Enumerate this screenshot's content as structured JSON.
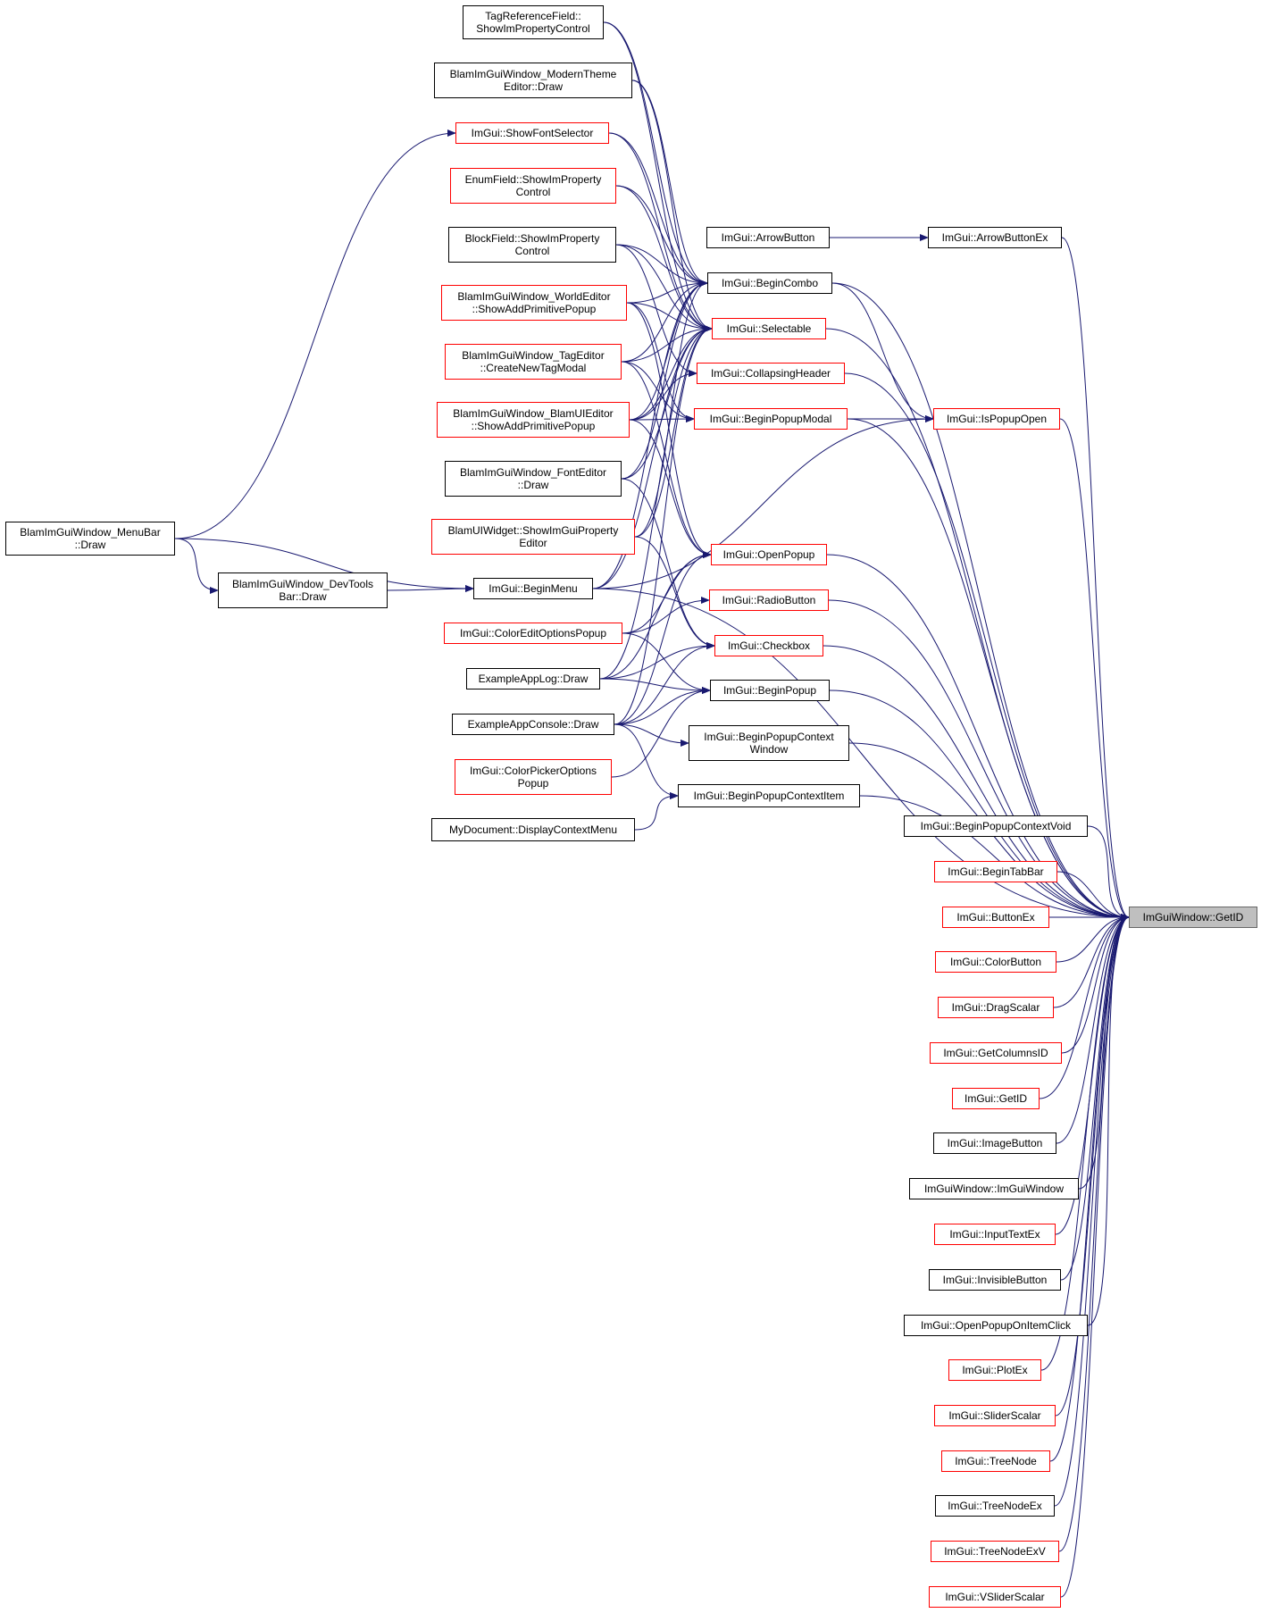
{
  "diagram": {
    "type": "call-graph",
    "edge_color": "#191970",
    "border_colors": {
      "normal": "#000000",
      "truncated": "#ff0000",
      "root": "#666666"
    },
    "root_fill": "#bfbfbf",
    "nodes": [
      {
        "id": "tagref",
        "label": "TagReferenceField::\nShowImPropertyControl",
        "border": "normal"
      },
      {
        "id": "moderntheme",
        "label": "BlamImGuiWindow_ModernTheme\nEditor::Draw",
        "border": "normal"
      },
      {
        "id": "showfontsel",
        "label": "ImGui::ShowFontSelector",
        "border": "truncated"
      },
      {
        "id": "enumfield",
        "label": "EnumField::ShowImProperty\nControl",
        "border": "truncated"
      },
      {
        "id": "blockfield",
        "label": "BlockField::ShowImProperty\nControl",
        "border": "normal"
      },
      {
        "id": "worldeditor",
        "label": "BlamImGuiWindow_WorldEditor\n::ShowAddPrimitivePopup",
        "border": "truncated"
      },
      {
        "id": "tageditor",
        "label": "BlamImGuiWindow_TagEditor\n::CreateNewTagModal",
        "border": "truncated"
      },
      {
        "id": "blamuieditor",
        "label": "BlamImGuiWindow_BlamUIEditor\n::ShowAddPrimitivePopup",
        "border": "truncated"
      },
      {
        "id": "fonteditor",
        "label": "BlamImGuiWindow_FontEditor\n::Draw",
        "border": "normal"
      },
      {
        "id": "blamuiwidget",
        "label": "BlamUIWidget::ShowImGuiProperty\nEditor",
        "border": "truncated"
      },
      {
        "id": "coloreditopts",
        "label": "ImGui::ColorEditOptionsPopup",
        "border": "truncated"
      },
      {
        "id": "exapplog",
        "label": "ExampleAppLog::Draw",
        "border": "normal"
      },
      {
        "id": "exappconsole",
        "label": "ExampleAppConsole::Draw",
        "border": "normal"
      },
      {
        "id": "colorpickeropts",
        "label": "ImGui::ColorPickerOptions\nPopup",
        "border": "truncated"
      },
      {
        "id": "mydoc",
        "label": "MyDocument::DisplayContextMenu",
        "border": "normal"
      },
      {
        "id": "menubar",
        "label": "BlamImGuiWindow_MenuBar\n::Draw",
        "border": "normal"
      },
      {
        "id": "devtools",
        "label": "BlamImGuiWindow_DevTools\nBar::Draw",
        "border": "normal"
      },
      {
        "id": "beginmenu",
        "label": "ImGui::BeginMenu",
        "border": "normal"
      },
      {
        "id": "arrowbutton",
        "label": "ImGui::ArrowButton",
        "border": "normal"
      },
      {
        "id": "arrowbuttonex",
        "label": "ImGui::ArrowButtonEx",
        "border": "normal"
      },
      {
        "id": "begincombo",
        "label": "ImGui::BeginCombo",
        "border": "normal"
      },
      {
        "id": "selectable",
        "label": "ImGui::Selectable",
        "border": "truncated"
      },
      {
        "id": "collapsingheader",
        "label": "ImGui::CollapsingHeader",
        "border": "truncated"
      },
      {
        "id": "beginpopupmodal",
        "label": "ImGui::BeginPopupModal",
        "border": "truncated"
      },
      {
        "id": "ispopupopen",
        "label": "ImGui::IsPopupOpen",
        "border": "truncated"
      },
      {
        "id": "openpopup",
        "label": "ImGui::OpenPopup",
        "border": "truncated"
      },
      {
        "id": "radiobutton",
        "label": "ImGui::RadioButton",
        "border": "truncated"
      },
      {
        "id": "checkbox",
        "label": "ImGui::Checkbox",
        "border": "truncated"
      },
      {
        "id": "beginpopup",
        "label": "ImGui::BeginPopup",
        "border": "normal"
      },
      {
        "id": "beginpopupctxwin",
        "label": "ImGui::BeginPopupContext\nWindow",
        "border": "normal"
      },
      {
        "id": "beginpopupctxitem",
        "label": "ImGui::BeginPopupContextItem",
        "border": "normal"
      },
      {
        "id": "beginpopupctxvoid",
        "label": "ImGui::BeginPopupContextVoid",
        "border": "normal"
      },
      {
        "id": "begintabbar",
        "label": "ImGui::BeginTabBar",
        "border": "truncated"
      },
      {
        "id": "buttonex",
        "label": "ImGui::ButtonEx",
        "border": "truncated"
      },
      {
        "id": "colorbutton",
        "label": "ImGui::ColorButton",
        "border": "truncated"
      },
      {
        "id": "dragscalar",
        "label": "ImGui::DragScalar",
        "border": "truncated"
      },
      {
        "id": "getcolumnsid",
        "label": "ImGui::GetColumnsID",
        "border": "truncated"
      },
      {
        "id": "getid",
        "label": "ImGui::GetID",
        "border": "truncated"
      },
      {
        "id": "imagebutton",
        "label": "ImGui::ImageButton",
        "border": "normal"
      },
      {
        "id": "imguiwindowctor",
        "label": "ImGuiWindow::ImGuiWindow",
        "border": "normal"
      },
      {
        "id": "inputtextex",
        "label": "ImGui::InputTextEx",
        "border": "truncated"
      },
      {
        "id": "invisiblebutton",
        "label": "ImGui::InvisibleButton",
        "border": "normal"
      },
      {
        "id": "openpopuponitemclick",
        "label": "ImGui::OpenPopupOnItemClick",
        "border": "normal"
      },
      {
        "id": "plotex",
        "label": "ImGui::PlotEx",
        "border": "truncated"
      },
      {
        "id": "sliderscalar",
        "label": "ImGui::SliderScalar",
        "border": "truncated"
      },
      {
        "id": "treenode",
        "label": "ImGui::TreeNode",
        "border": "truncated"
      },
      {
        "id": "treenodeex",
        "label": "ImGui::TreeNodeEx",
        "border": "normal"
      },
      {
        "id": "treenodeexv",
        "label": "ImGui::TreeNodeExV",
        "border": "truncated"
      },
      {
        "id": "vsliderscalar",
        "label": "ImGui::VSliderScalar",
        "border": "truncated"
      },
      {
        "id": "getidroot",
        "label": "ImGuiWindow::GetID",
        "border": "root"
      }
    ],
    "edges": [
      [
        "tagref",
        "begincombo"
      ],
      [
        "tagref",
        "selectable"
      ],
      [
        "moderntheme",
        "begincombo"
      ],
      [
        "moderntheme",
        "selectable"
      ],
      [
        "showfontsel",
        "begincombo"
      ],
      [
        "showfontsel",
        "selectable"
      ],
      [
        "enumfield",
        "begincombo"
      ],
      [
        "enumfield",
        "selectable"
      ],
      [
        "blockfield",
        "begincombo"
      ],
      [
        "blockfield",
        "selectable"
      ],
      [
        "blockfield",
        "collapsingheader"
      ],
      [
        "worldeditor",
        "begincombo"
      ],
      [
        "worldeditor",
        "selectable"
      ],
      [
        "worldeditor",
        "openpopup"
      ],
      [
        "worldeditor",
        "beginpopupmodal"
      ],
      [
        "tageditor",
        "begincombo"
      ],
      [
        "tageditor",
        "selectable"
      ],
      [
        "tageditor",
        "beginpopupmodal"
      ],
      [
        "tageditor",
        "openpopup"
      ],
      [
        "blamuieditor",
        "begincombo"
      ],
      [
        "blamuieditor",
        "selectable"
      ],
      [
        "blamuieditor",
        "collapsingheader"
      ],
      [
        "blamuieditor",
        "beginpopupmodal"
      ],
      [
        "blamuieditor",
        "openpopup"
      ],
      [
        "fonteditor",
        "begincombo"
      ],
      [
        "fonteditor",
        "selectable"
      ],
      [
        "fonteditor",
        "checkbox"
      ],
      [
        "blamuiwidget",
        "begincombo"
      ],
      [
        "blamuiwidget",
        "selectable"
      ],
      [
        "blamuiwidget",
        "checkbox"
      ],
      [
        "coloreditopts",
        "openpopup"
      ],
      [
        "coloreditopts",
        "radiobutton"
      ],
      [
        "coloreditopts",
        "beginpopup"
      ],
      [
        "exapplog",
        "checkbox"
      ],
      [
        "exapplog",
        "beginpopup"
      ],
      [
        "exapplog",
        "openpopup"
      ],
      [
        "exapplog",
        "selectable"
      ],
      [
        "exappconsole",
        "checkbox"
      ],
      [
        "exappconsole",
        "beginpopup"
      ],
      [
        "exappconsole",
        "openpopup"
      ],
      [
        "exappconsole",
        "beginpopupctxwin"
      ],
      [
        "exappconsole",
        "beginpopupctxitem"
      ],
      [
        "exappconsole",
        "selectable"
      ],
      [
        "colorpickeropts",
        "beginpopup"
      ],
      [
        "mydoc",
        "beginpopupctxitem"
      ],
      [
        "menubar",
        "showfontsel"
      ],
      [
        "menubar",
        "beginmenu"
      ],
      [
        "menubar",
        "devtools"
      ],
      [
        "devtools",
        "beginmenu"
      ],
      [
        "beginmenu",
        "begincombo"
      ],
      [
        "beginmenu",
        "selectable"
      ],
      [
        "beginmenu",
        "ispopupopen"
      ],
      [
        "beginmenu",
        "getidroot"
      ],
      [
        "arrowbutton",
        "arrowbuttonex"
      ],
      [
        "begincombo",
        "ispopupopen"
      ],
      [
        "beginpopupmodal",
        "ispopupopen"
      ],
      [
        "arrowbuttonex",
        "getidroot"
      ],
      [
        "begincombo",
        "getidroot"
      ],
      [
        "selectable",
        "getidroot"
      ],
      [
        "collapsingheader",
        "getidroot"
      ],
      [
        "beginpopupmodal",
        "getidroot"
      ],
      [
        "ispopupopen",
        "getidroot"
      ],
      [
        "openpopup",
        "getidroot"
      ],
      [
        "radiobutton",
        "getidroot"
      ],
      [
        "checkbox",
        "getidroot"
      ],
      [
        "beginpopup",
        "getidroot"
      ],
      [
        "beginpopupctxwin",
        "getidroot"
      ],
      [
        "beginpopupctxitem",
        "getidroot"
      ],
      [
        "beginpopupctxvoid",
        "getidroot"
      ],
      [
        "begintabbar",
        "getidroot"
      ],
      [
        "buttonex",
        "getidroot"
      ],
      [
        "colorbutton",
        "getidroot"
      ],
      [
        "dragscalar",
        "getidroot"
      ],
      [
        "getcolumnsid",
        "getidroot"
      ],
      [
        "getid",
        "getidroot"
      ],
      [
        "imagebutton",
        "getidroot"
      ],
      [
        "imguiwindowctor",
        "getidroot"
      ],
      [
        "inputtextex",
        "getidroot"
      ],
      [
        "invisiblebutton",
        "getidroot"
      ],
      [
        "openpopuponitemclick",
        "getidroot"
      ],
      [
        "plotex",
        "getidroot"
      ],
      [
        "sliderscalar",
        "getidroot"
      ],
      [
        "treenode",
        "getidroot"
      ],
      [
        "treenodeex",
        "getidroot"
      ],
      [
        "treenodeexv",
        "getidroot"
      ],
      [
        "vsliderscalar",
        "getidroot"
      ]
    ]
  }
}
